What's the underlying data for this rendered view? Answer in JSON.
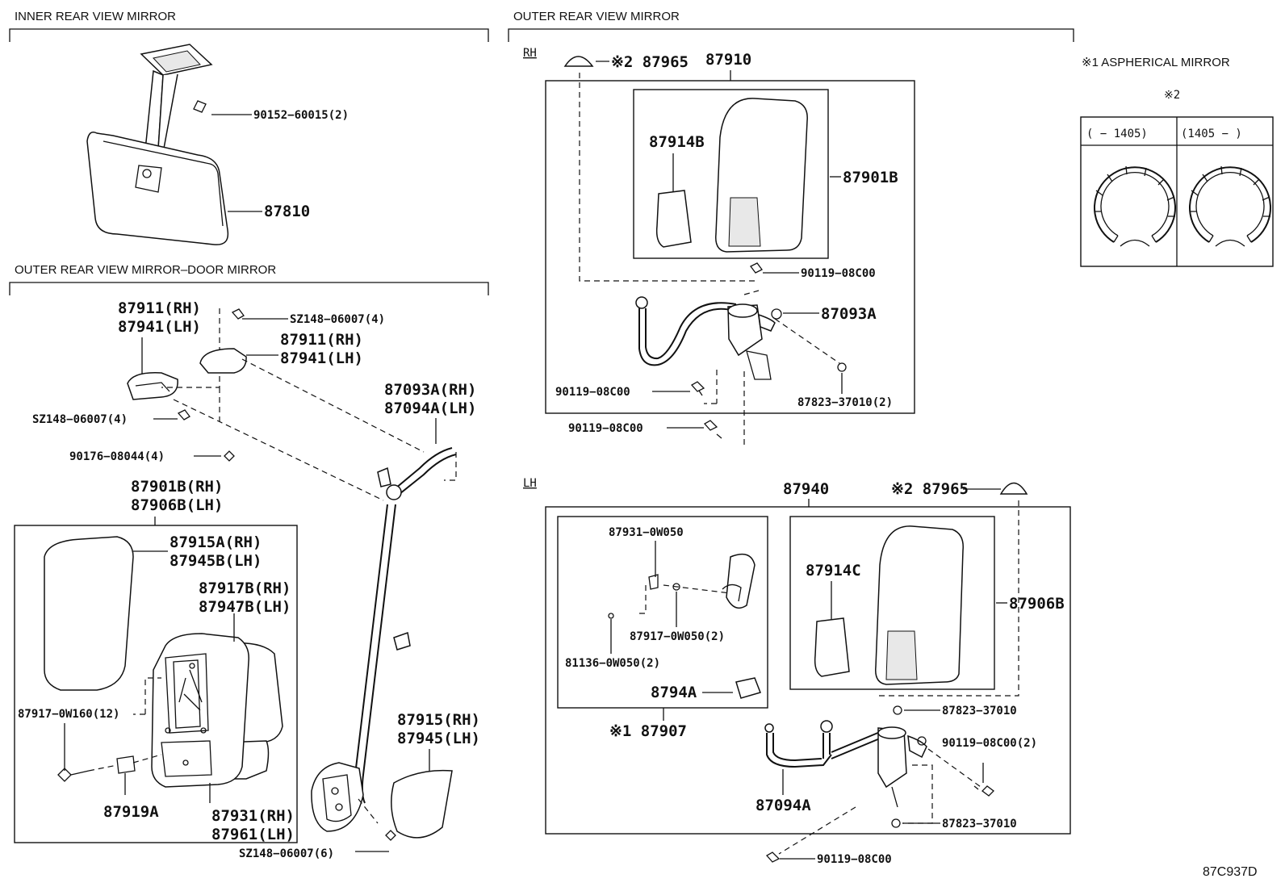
{
  "sections": {
    "inner": "INNER REAR VIEW MIRROR",
    "outer": "OUTER REAR VIEW MIRROR",
    "door": "OUTER REAR VIEW MIRROR–DOOR MIRROR",
    "aspherical": "※1 ASPHERICAL MIRROR",
    "rh": "RH",
    "lh": "LH"
  },
  "aspherical_table": {
    "mark": "※2",
    "col1": "(    − 1405)",
    "col2": "(1405 −    )"
  },
  "inner_parts": {
    "bolt": "90152−60015(2)",
    "mirror": "87810"
  },
  "rh_parts": {
    "cap": "※2 87965",
    "assy": "87910",
    "cover": "87914B",
    "mirror": "87901B",
    "bolt1": "90119−08C00",
    "stay": "87093A",
    "bolt2": "90119−08C00",
    "washer": "87823−37010(2)",
    "bolt3": "90119−08C00"
  },
  "lh_parts": {
    "assy": "87940",
    "cap": "※2 87965",
    "bracket": "87931−0W050",
    "cover": "87914C",
    "mirror": "87906B",
    "screw": "87917−0W050(2)",
    "bolt_small": "81136−0W050(2)",
    "clip": "8794A",
    "sub_assy": "※1 87907",
    "washer1": "87823−37010",
    "bolt1": "90119−08C00(2)",
    "stay": "87094A",
    "washer2": "87823−37010",
    "bolt2": "90119−08C00"
  },
  "door_parts": {
    "cover_l1": "87911(RH)",
    "cover_l2": "87941(LH)",
    "screw1": "SZ148−06007(4)",
    "cover_r1": "87911(RH)",
    "cover_r2": "87941(LH)",
    "stay1": "87093A(RH)",
    "stay2": "87094A(LH)",
    "screw2": "SZ148−06007(4)",
    "nut": "90176−08044(4)",
    "mirror1": "87901B(RH)",
    "mirror2": "87906B(LH)",
    "glass1": "87915A(RH)",
    "glass2": "87945B(LH)",
    "housing1": "87917B(RH)",
    "housing2": "87947B(LH)",
    "screw3": "87917−0W160(12)",
    "clip": "87919A",
    "cover_b1": "87915(RH)",
    "cover_b2": "87945(LH)",
    "base1": "87931(RH)",
    "base2": "87961(LH)",
    "screw4": "SZ148−06007(6)"
  },
  "drawing_id": "87C937D"
}
